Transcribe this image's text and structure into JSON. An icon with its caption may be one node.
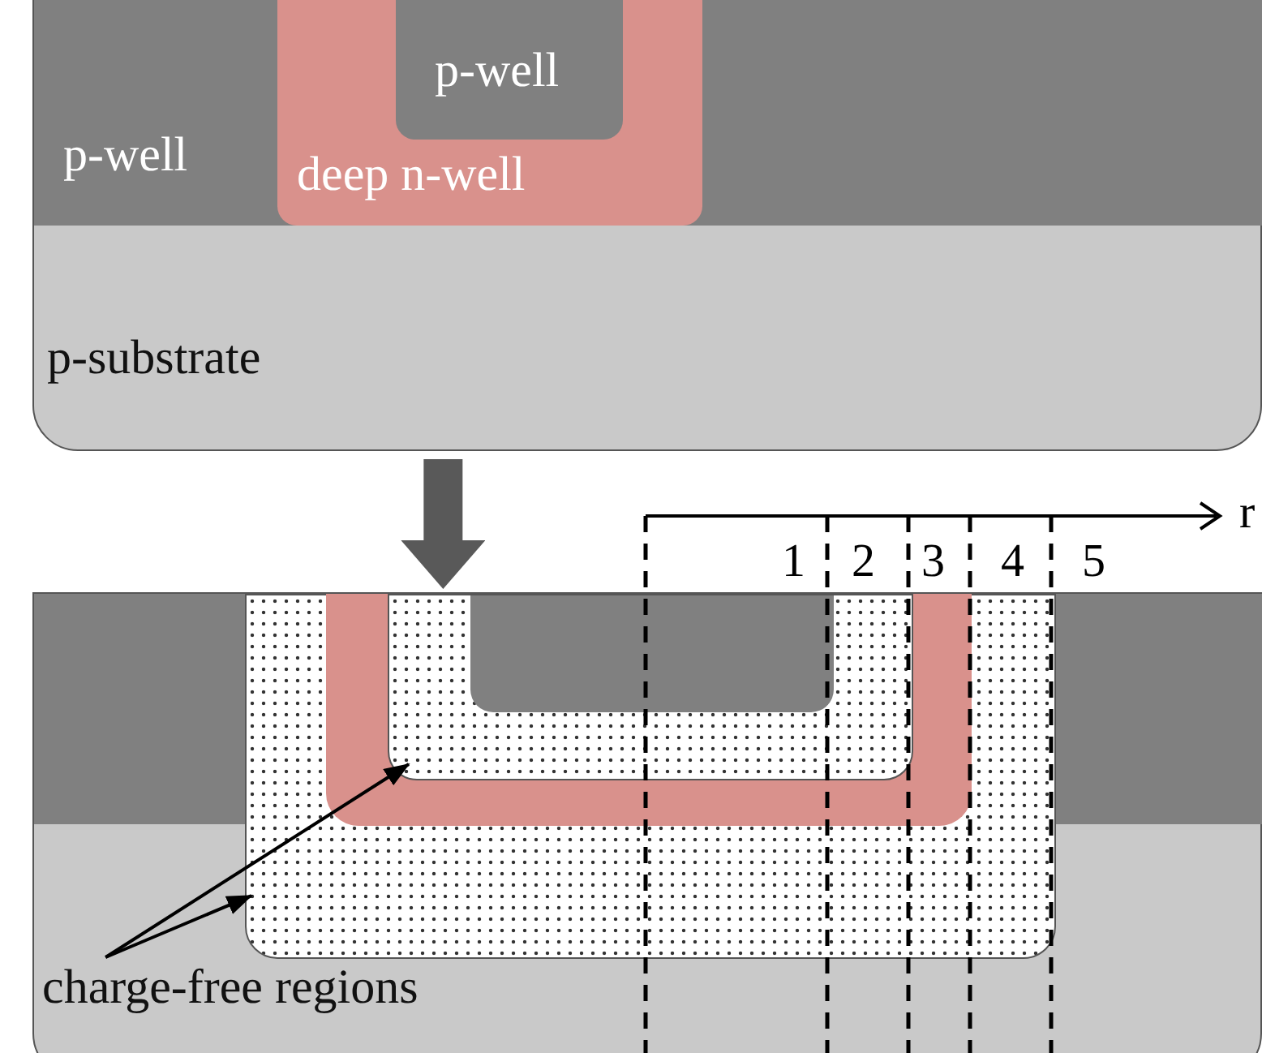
{
  "diagram": {
    "nodes": [
      {
        "text": [
          "p-substrate"
        ]
      },
      {
        "text": [
          "p-well"
        ],
        "in": 0
      },
      {
        "text": [
          "deep n-well"
        ],
        "in": 1
      },
      {
        "text": [
          "p-well"
        ],
        "in": 2
      },
      {
        "text": [],
        "shape": "box"
      },
      {
        "text": [
          "charge-free regions"
        ],
        "in": 4
      },
      {
        "text": [],
        "shape": "box",
        "in": 4
      },
      {
        "text": [],
        "shape": "box",
        "in": 4
      },
      {
        "text": [],
        "shape": "box",
        "in": 4
      },
      {
        "text": [],
        "shape": "box",
        "in": 7
      },
      {
        "text": [],
        "shape": "box",
        "in": 9
      },
      {
        "text": [],
        "shape": "box",
        "in": 10
      }
    ],
    "edges": [
      {
        "from": 0,
        "to": 4,
        "arrow": "to",
        "style": "thick",
        "color": "#595959"
      },
      {
        "from": 5,
        "to": 10,
        "arrow": "to"
      },
      {
        "from": 5,
        "to": 7,
        "arrow": "to"
      }
    ],
    "labels": [
      "r",
      "1",
      "2",
      "3",
      "4",
      "5"
    ]
  }
}
